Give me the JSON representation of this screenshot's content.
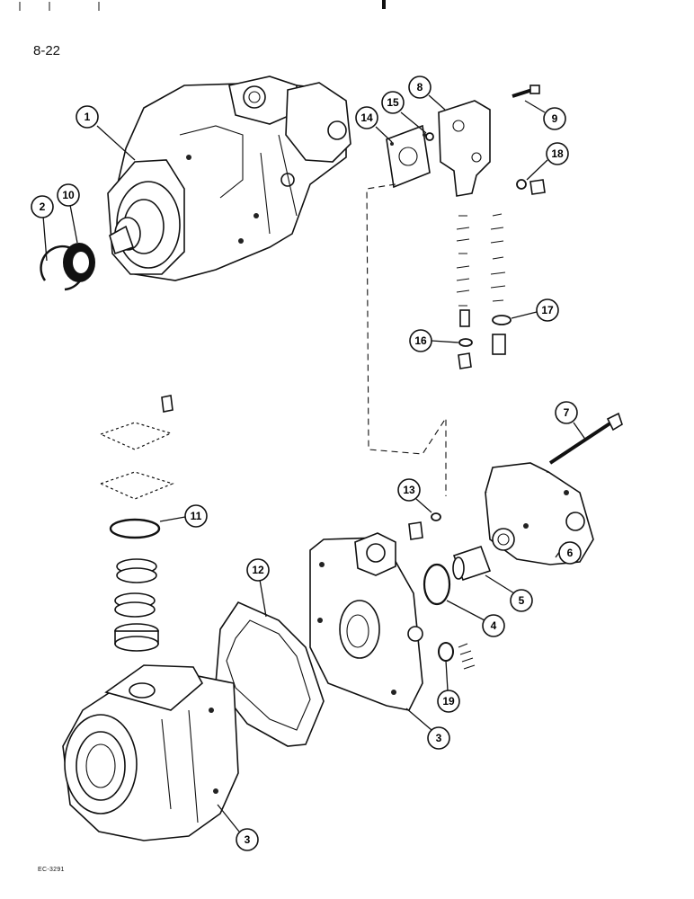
{
  "page_number": "8-22",
  "figure_code": "EC-3291",
  "callouts": [
    {
      "id": "c1",
      "label": "1"
    },
    {
      "id": "c2",
      "label": "2"
    },
    {
      "id": "c10",
      "label": "10"
    },
    {
      "id": "c8",
      "label": "8"
    },
    {
      "id": "c15",
      "label": "15"
    },
    {
      "id": "c14",
      "label": "14"
    },
    {
      "id": "c9",
      "label": "9"
    },
    {
      "id": "c18",
      "label": "18"
    },
    {
      "id": "c17",
      "label": "17"
    },
    {
      "id": "c16",
      "label": "16"
    },
    {
      "id": "c7",
      "label": "7"
    },
    {
      "id": "c13",
      "label": "13"
    },
    {
      "id": "c11",
      "label": "11"
    },
    {
      "id": "c12",
      "label": "12"
    },
    {
      "id": "c6",
      "label": "6"
    },
    {
      "id": "c5",
      "label": "5"
    },
    {
      "id": "c4",
      "label": "4"
    },
    {
      "id": "c19",
      "label": "19"
    },
    {
      "id": "c3a",
      "label": "3"
    },
    {
      "id": "c3b",
      "label": "3"
    }
  ]
}
